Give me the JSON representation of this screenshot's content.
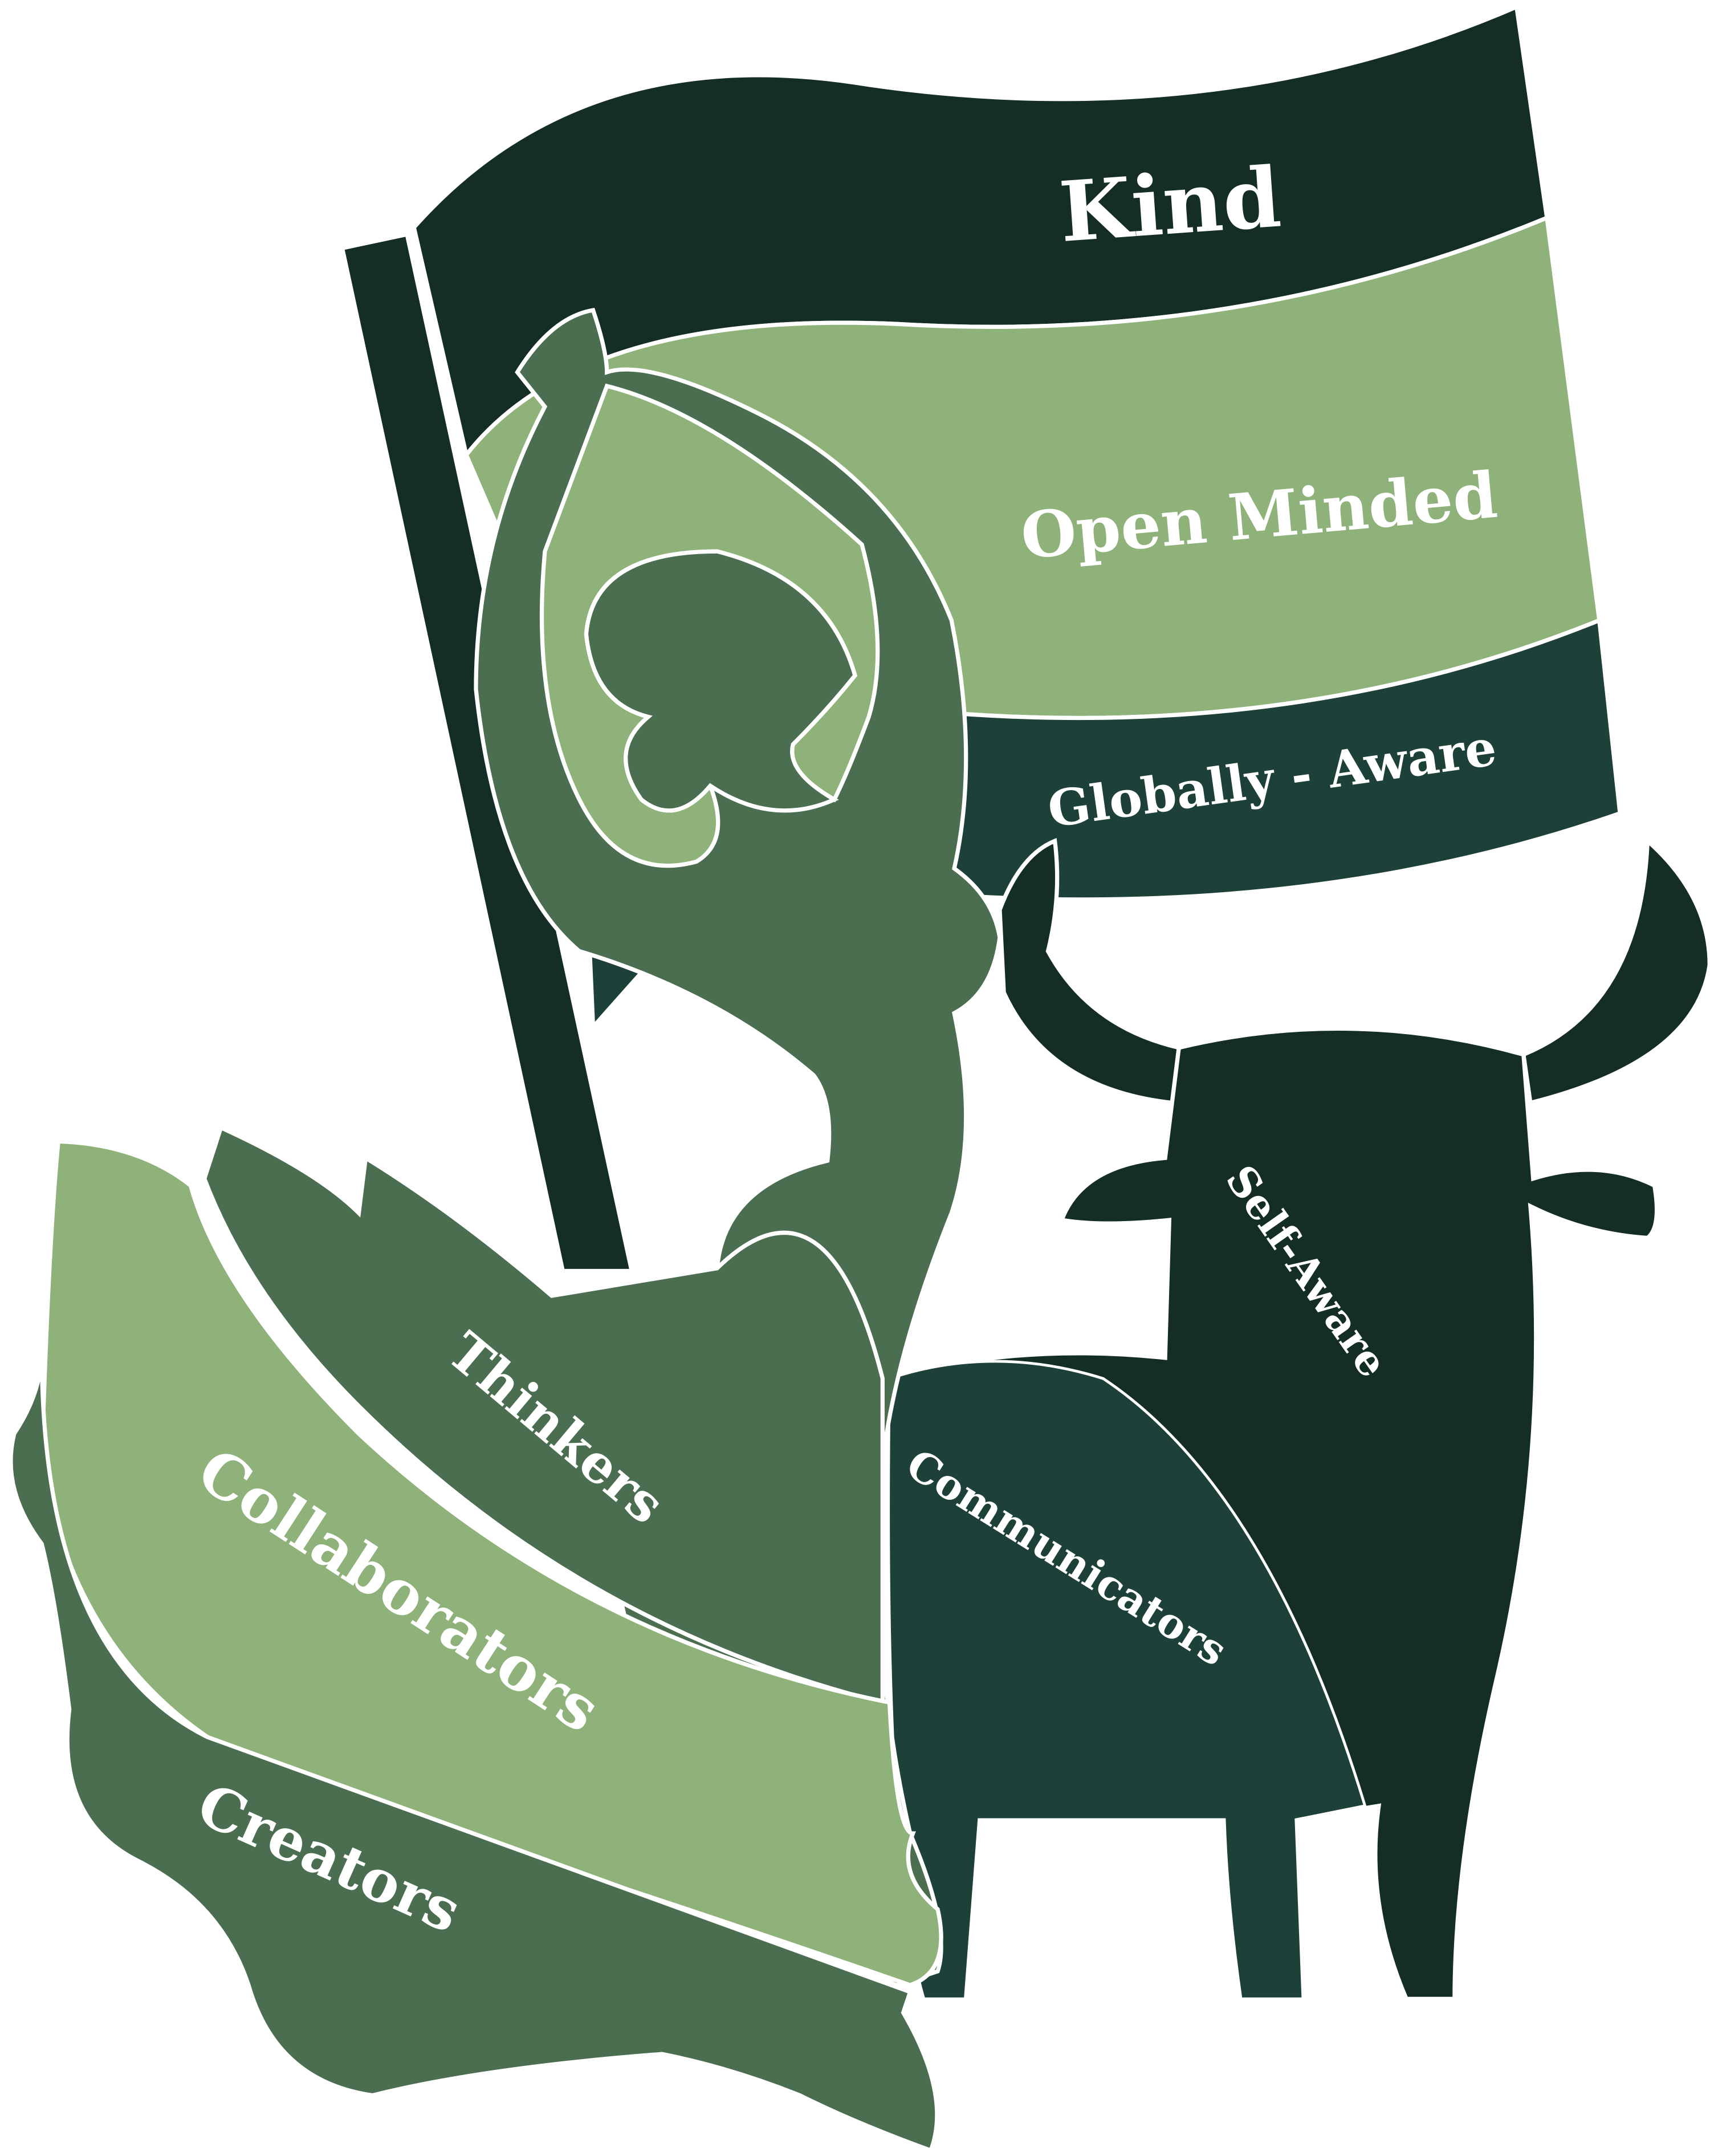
{
  "colors": {
    "dark": "#142e27",
    "teal": "#1d4038",
    "mid": "#4b6e50",
    "light": "#8fb27a",
    "outline": "#ffffff"
  },
  "flag": {
    "bands": [
      "Kind",
      "Open Minded",
      "Globally - Aware"
    ]
  },
  "dress": {
    "bands": [
      "Thinkers",
      "Collaborators",
      "Creators"
    ]
  },
  "bull": {
    "labels": [
      "Self-Aware",
      "Communicators"
    ]
  }
}
